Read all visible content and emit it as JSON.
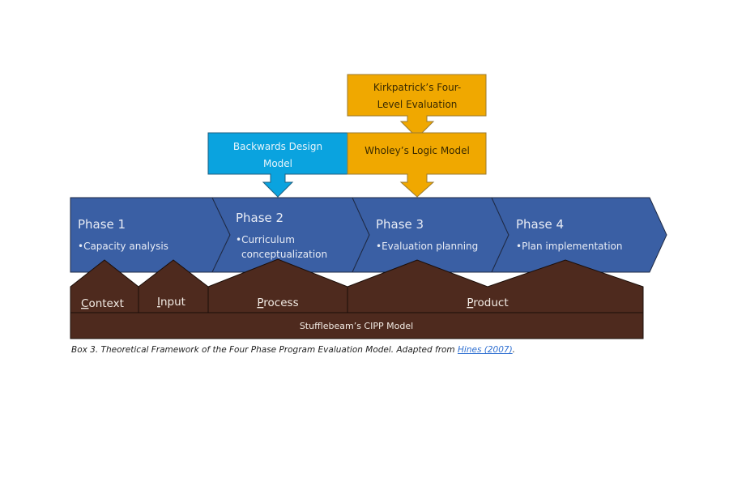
{
  "colors": {
    "phase_blue": "#3a5fa4",
    "backwards_blue": "#0aa3df",
    "wholey_orange": "#f0a800",
    "cipp_brown": "#4e2a1e",
    "outline": "#1f2a44",
    "link": "#2e6fd1"
  },
  "boxes": {
    "kirkpatrick": {
      "line1": "Kirkpatrick’s Four-",
      "line2": "Level Evaluation"
    },
    "backwards": {
      "line1": "Backwards Design",
      "line2": "Model"
    },
    "wholey": {
      "label": "Wholey’s Logic Model"
    }
  },
  "phases": [
    {
      "title": "Phase 1",
      "bullet": "•Capacity analysis",
      "bullet2": ""
    },
    {
      "title": "Phase 2",
      "bullet": "•Curriculum",
      "bullet2": "conceptualization"
    },
    {
      "title": "Phase 3",
      "bullet": "•Evaluation planning",
      "bullet2": ""
    },
    {
      "title": "Phase 4",
      "bullet": "•Plan implementation",
      "bullet2": ""
    }
  ],
  "cipp": {
    "components": [
      {
        "first": "C",
        "rest": "ontext"
      },
      {
        "first": "I",
        "rest": "nput"
      },
      {
        "first": "P",
        "rest": "rocess"
      },
      {
        "first": "P",
        "rest": "roduct"
      }
    ],
    "base_label": "Stufflebeam’s CIPP Model"
  },
  "caption": {
    "text": "Box 3. Theoretical Framework of the Four Phase Program Evaluation Model. Adapted from ",
    "link": "Hines (2007)",
    "end": "."
  }
}
